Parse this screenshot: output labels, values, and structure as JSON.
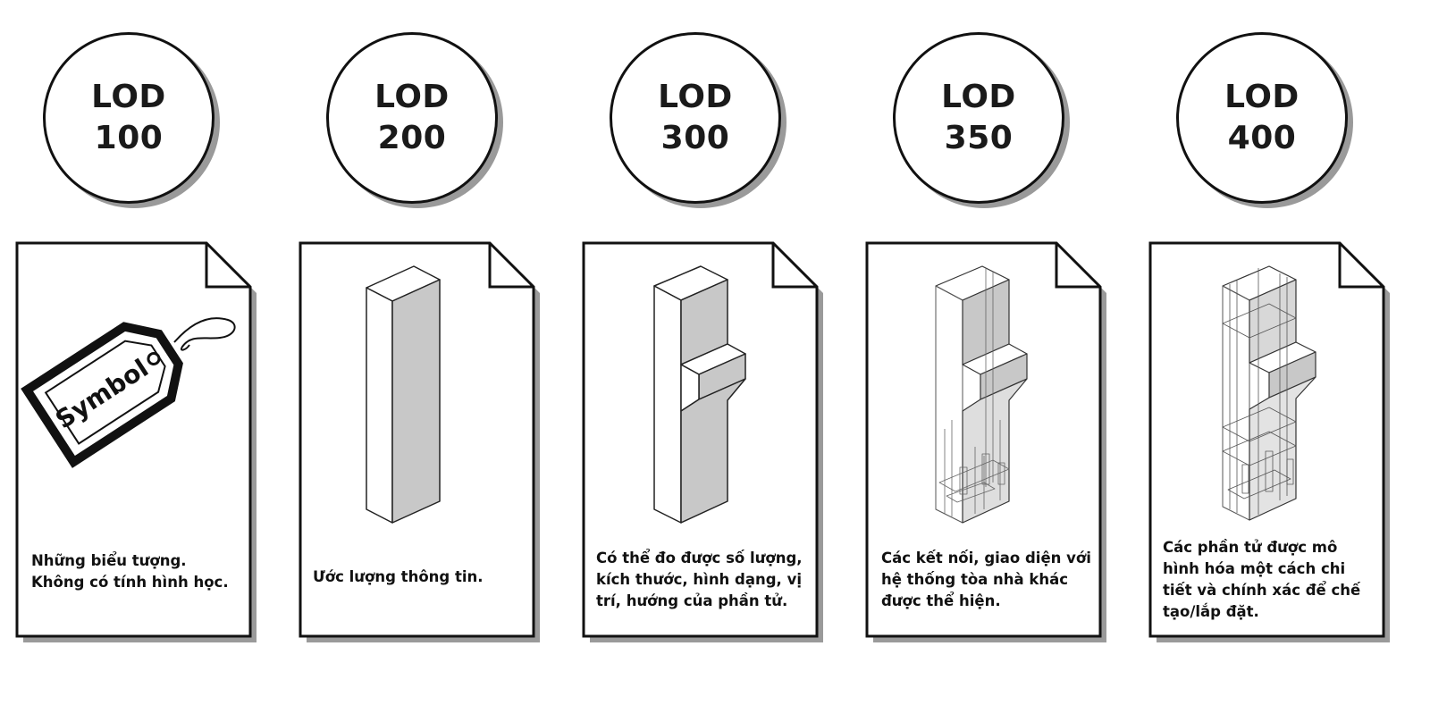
{
  "levels": [
    {
      "lod_word": "LOD",
      "lod_number": "100",
      "caption_lines": [
        "Những biểu tượng.",
        "Không có tính hình học."
      ],
      "tag_text": "Symbol"
    },
    {
      "lod_word": "LOD",
      "lod_number": "200",
      "caption_lines": [
        "Ước lượng thông tin."
      ]
    },
    {
      "lod_word": "LOD",
      "lod_number": "300",
      "caption_lines": [
        "Có thể đo được số lượng,",
        "kích thước, hình dạng, vị",
        "trí, hướng của phần tử."
      ]
    },
    {
      "lod_word": "LOD",
      "lod_number": "350",
      "caption_lines": [
        "Các kết nối, giao diện với",
        "hệ thống tòa nhà khác",
        "được thể hiện."
      ]
    },
    {
      "lod_word": "LOD",
      "lod_number": "400",
      "caption_lines": [
        "Các phần tử được mô",
        "hình hóa một cách chi",
        "tiết và chính xác để chế",
        "tạo/lắp đặt."
      ]
    }
  ],
  "colors": {
    "outline": "#111111",
    "shadow": "#9a9a9a",
    "face_shade": "#c8c8c8",
    "face_light": "#ffffff"
  }
}
